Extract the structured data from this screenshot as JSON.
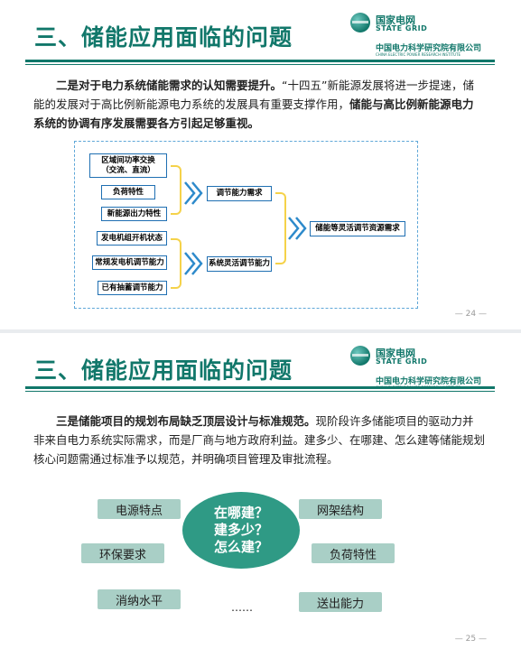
{
  "logo": {
    "cn": "国家电网",
    "en": "STATE GRID",
    "institute": "中国电力科学研究院有限公司",
    "institute_en": "CHINA ELECTRIC POWER RESEARCH INSTITUTE"
  },
  "slide1": {
    "title": "三、储能应用面临的问题",
    "p_bold1": "二是对于电力系统储能需求的认知需要提升。",
    "p_text": "“十四五”新能源发展将进一步提速，储能的发展对于高比例新能源电力系统的发展具有重要支撑作用，",
    "p_bold2": "储能与高比例新能源电力系统的协调有序发展需要各方引起足够重视。",
    "boxes": [
      "区域间功率交换\n（交流、直流）",
      "负荷特性",
      "新能源出力特性",
      "发电机组开机状态",
      "常规发电机调节能力",
      "已有抽蓄调节能力"
    ],
    "mid_boxes": [
      "调节能力需求",
      "系统灵活调节能力"
    ],
    "final_box": "储能等灵活调节资源需求",
    "page": "24"
  },
  "slide2": {
    "title": "三、储能应用面临的问题",
    "p_bold": "三是储能项目的规划布局缺乏顶层设计与标准规范。",
    "p_text": "现阶段许多储能项目的驱动力并非来自电力系统实际需求，而是厂商与地方政府利益。建多少、在哪建、怎么建等储能规划核心问题需通过标准予以规范，并明确项目管理及审批流程。",
    "left": [
      "电源特点",
      "环保要求",
      "消纳水平"
    ],
    "right": [
      "网架结构",
      "负荷特性",
      "送出能力"
    ],
    "center": [
      "在哪建？",
      "建多少？",
      "怎么建？"
    ],
    "ellipsis": "……",
    "page": "25"
  }
}
